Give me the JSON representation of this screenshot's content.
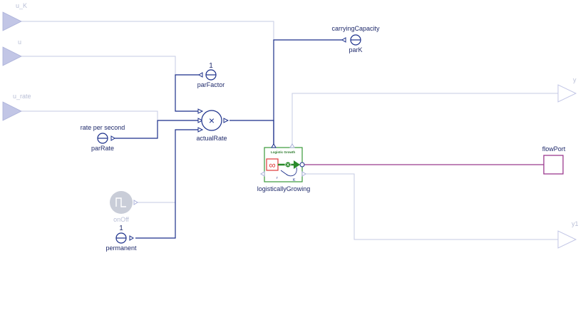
{
  "inputs": {
    "u_K": "u_K",
    "u": "u",
    "u_rate": "u_rate"
  },
  "outputs": {
    "y": "y",
    "y1": "y1"
  },
  "blocks": {
    "carrying_capacity": {
      "caption": "carryingCapacity",
      "name": "parK"
    },
    "par_factor": {
      "value": "1",
      "name": "parFactor"
    },
    "par_rate": {
      "caption": "rate per second",
      "name": "parRate"
    },
    "actual_rate": {
      "name": "actualRate",
      "symbol": "×"
    },
    "logistic": {
      "title": "Logistic Growth",
      "name": "logisticallyGrowing",
      "symbol": "∞",
      "r": "r",
      "k": "K"
    },
    "on_off": {
      "name": "onOff"
    },
    "permanent": {
      "value": "1",
      "name": "permanent"
    },
    "flow_port": {
      "name": "flowPort"
    }
  },
  "colors": {
    "signal_wire": "#1b2f8a",
    "inactive_wire": "#c6cbe3",
    "flow_wire": "#9b3a8e",
    "logistic_border": "#3a9a3a",
    "logistic_red": "#e03a3a"
  }
}
